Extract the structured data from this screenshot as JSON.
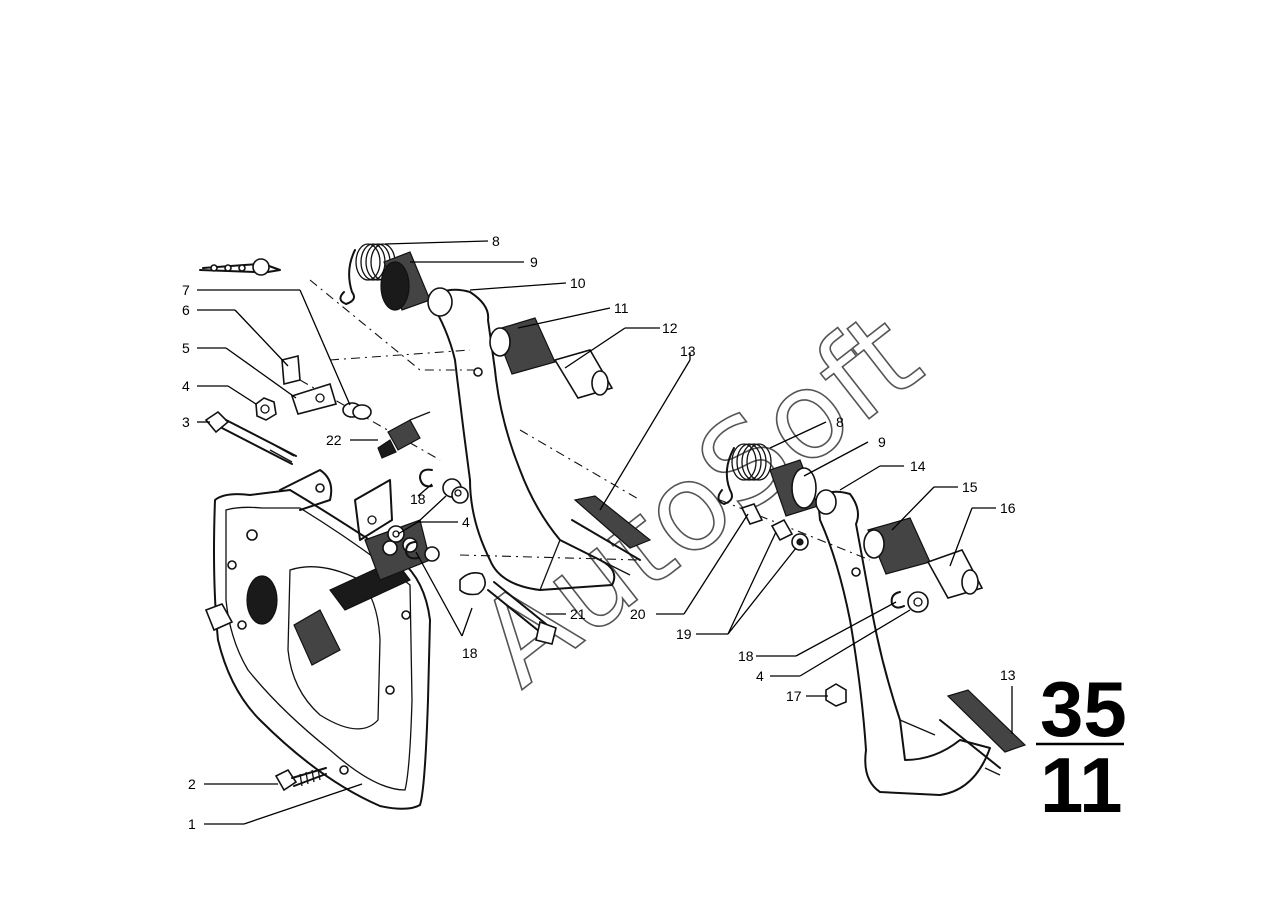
{
  "watermark": "AutoSoft",
  "group_number": {
    "major": "35",
    "minor": "11"
  },
  "callouts": {
    "left_pedal": {
      "c8": "8",
      "c9": "9",
      "c10": "10",
      "c11": "11",
      "c12": "12",
      "c13": "13",
      "c7": "7",
      "c6": "6",
      "c5": "5",
      "c4": "4",
      "c3": "3",
      "c22": "22",
      "c18a": "18",
      "c4b": "4",
      "c18b": "18",
      "c21": "21",
      "c2": "2",
      "c1": "1"
    },
    "right_pedal": {
      "c8": "8",
      "c9": "9",
      "c14": "14",
      "c15": "15",
      "c16": "16",
      "c20": "20",
      "c19": "19",
      "c18": "18",
      "c4": "4",
      "c17": "17",
      "c13": "13"
    }
  },
  "icons": {
    "safety_pin": "safety-pin-icon"
  }
}
